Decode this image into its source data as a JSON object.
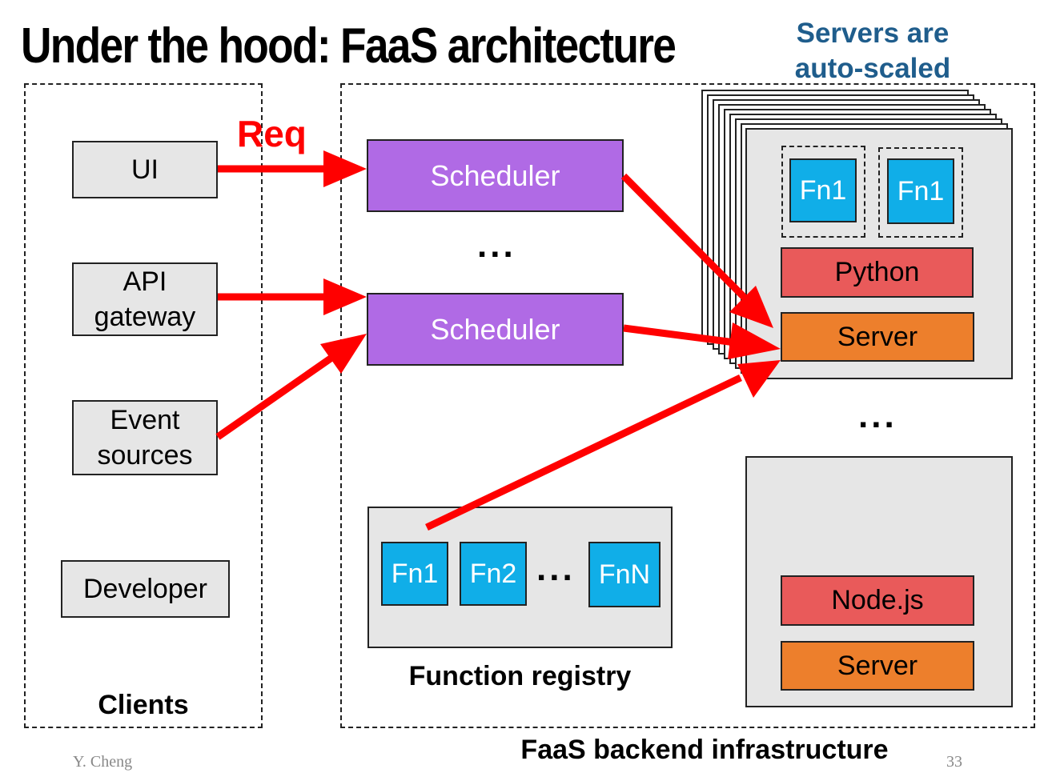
{
  "title": "Under the hood: FaaS architecture",
  "note": {
    "line1": "Servers are",
    "line2": "auto-scaled"
  },
  "request_label": "Req",
  "clients": {
    "label": "Clients",
    "ui": "UI",
    "api_line1": "API",
    "api_line2": "gateway",
    "event_line1": "Event",
    "event_line2": "sources",
    "developer": "Developer"
  },
  "backend": {
    "label": "FaaS backend infrastructure",
    "scheduler": "Scheduler",
    "ellipsis": "...",
    "registry": {
      "label": "Function registry",
      "fn1": "Fn1",
      "fn2": "Fn2",
      "fnN": "FnN"
    },
    "server_a": {
      "fn_left": "Fn1",
      "fn_right": "Fn1",
      "runtime": "Python",
      "server": "Server"
    },
    "server_b": {
      "runtime": "Node.js",
      "server": "Server"
    }
  },
  "footer": {
    "author": "Y. Cheng",
    "page": "33"
  },
  "colors": {
    "arrow": "#ff0000",
    "scheduler": "#b06ae5",
    "function": "#10aee8",
    "runtime": "#e95a5a",
    "server": "#ed7f2c",
    "note": "#1f5d8c"
  }
}
